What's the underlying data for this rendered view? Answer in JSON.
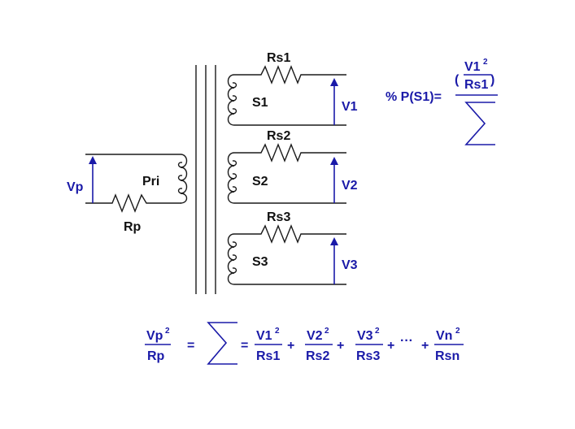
{
  "colors": {
    "ink": "#1a1a1a",
    "accent": "#1a1aa8"
  },
  "labels": {
    "vp": "Vp",
    "rp": "Rp",
    "pri": "Pri",
    "rs1": "Rs1",
    "rs2": "Rs2",
    "rs3": "Rs3",
    "s1": "S1",
    "s2": "S2",
    "s3": "S3",
    "v1": "V1",
    "v2": "V2",
    "v3": "V3"
  },
  "percent_formula": {
    "prefix": "% P(S1)=",
    "num_base": "V1",
    "num_exp": "2",
    "den": "Rs1",
    "open_paren": "(",
    "close_paren": ")"
  },
  "bottom_formula": {
    "t0_num": "Vp",
    "t0_exp": "2",
    "t0_den": "Rp",
    "eq1": "=",
    "eq2": "=",
    "t1_num": "V1",
    "t1_exp": "2",
    "t1_den": "Rs1",
    "plus1": "+",
    "t2_num": "V2",
    "t2_exp": "2",
    "t2_den": "Rs2",
    "plus2": "+",
    "t3_num": "V3",
    "t3_exp": "2",
    "t3_den": "Rs3",
    "plus3": "+",
    "dots": "···",
    "plus4": "+",
    "tn_num": "Vn",
    "tn_exp": "2",
    "tn_den": "Rsn"
  }
}
